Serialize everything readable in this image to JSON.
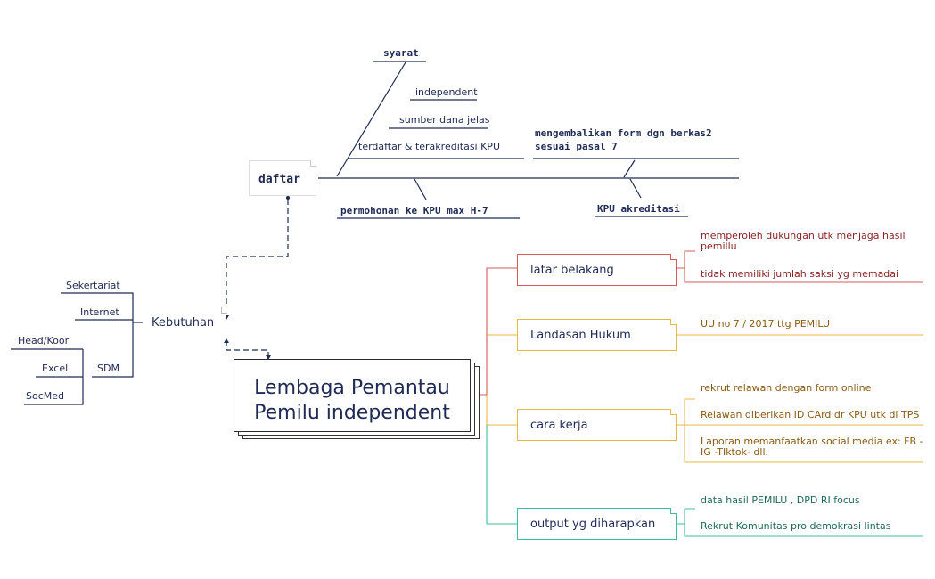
{
  "central": {
    "line1": "Lembaga Pemantau",
    "line2": "Pemilu independent"
  },
  "kebutuhan": {
    "label": "Kebutuhan",
    "items": [
      "Sekertariat",
      "Internet",
      "SDM"
    ],
    "sdm_sub": [
      "Head/Koor",
      "Excel",
      "SocMed"
    ]
  },
  "daftar": {
    "label": "daftar",
    "syarat": "syarat",
    "syarat_items": [
      "independent",
      "sumber dana jelas",
      "terdaftar & terakreditasi KPU"
    ],
    "permohonan": "permohonan ke KPU max H-7",
    "mengembalikan_line1": "mengembalikan form dgn berkas2",
    "mengembalikan_line2": "sesuai pasal 7",
    "kpu_akreditasi": "KPU akreditasi"
  },
  "branches": {
    "latar": {
      "label": "latar belakang",
      "items": [
        "memperoleh dukungan utk menjaga hasil pemillu",
        "tidak memiliki jumlah saksi yg memadai"
      ]
    },
    "landasan": {
      "label": "Landasan Hukum",
      "items": [
        "UU no 7 / 2017 ttg PEMILU"
      ]
    },
    "cara": {
      "label": "cara kerja",
      "items": [
        "rekrut relawan dengan form online",
        "Relawan diberikan ID  CArd dr KPU utk di TPS",
        "Laporan memanfaatkan social media ex: FB - IG -TIktok- dll."
      ]
    },
    "output": {
      "label": "output yg diharapkan",
      "items": [
        "data hasil PEMILU , DPD RI focus",
        "Rekrut Komunitas pro demokrasi lintas"
      ]
    }
  },
  "colors": {
    "navy": "#1f2a55",
    "red": "#d65a5a",
    "orange": "#e6b84a",
    "green": "#3bbf9a",
    "dark": "#2b2b3b"
  }
}
